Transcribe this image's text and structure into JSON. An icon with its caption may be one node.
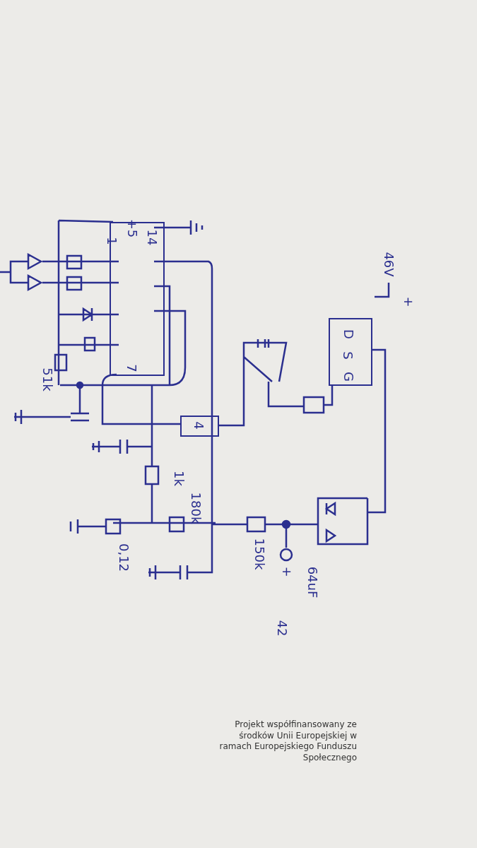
{
  "diagram": {
    "nodes": [
      {
        "text": [
          "1",
          "+5",
          "14",
          "7"
        ]
      },
      {
        "text": [
          "D",
          "S",
          "G"
        ]
      },
      {
        "text": [
          "4"
        ]
      }
    ],
    "labels": [
      "46V",
      "+",
      "51k",
      "1k",
      "180k",
      "0,12",
      "150k",
      "+",
      "64uF",
      "42",
      "Projekt współfinansowany ze środków Unii Europejskiej w ramach Europejskiego Funduszu Społecznego"
    ]
  }
}
